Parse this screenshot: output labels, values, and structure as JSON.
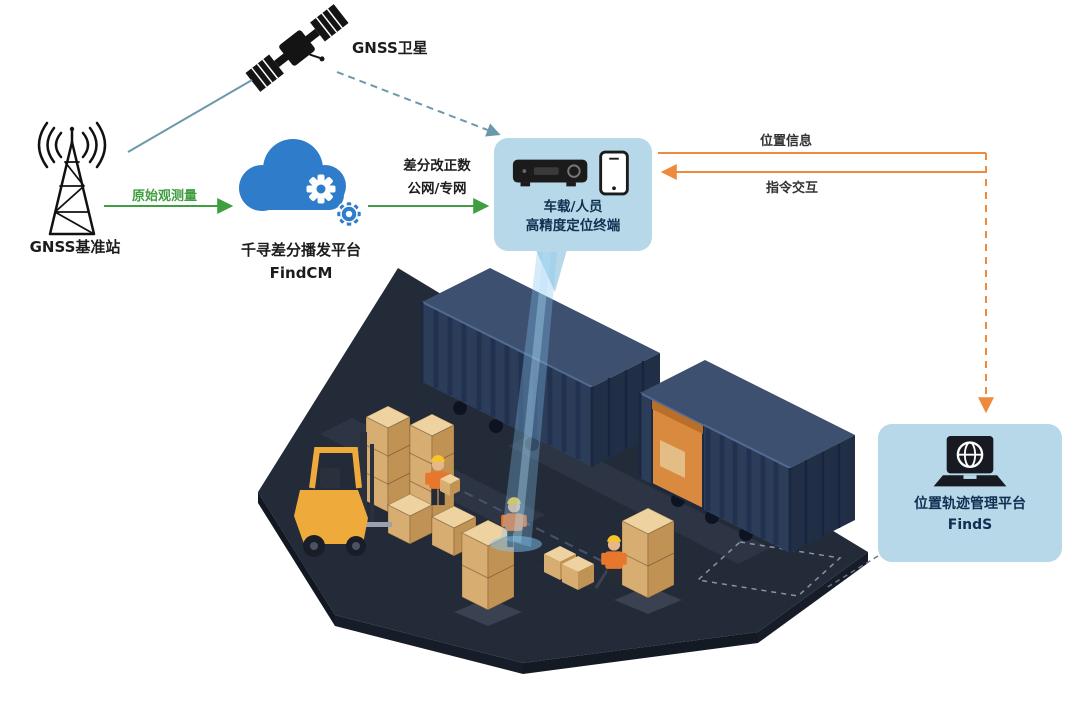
{
  "labels": {
    "satellite": "GNSS卫星",
    "base_station": "GNSS基准站",
    "cloud_title": "千寻差分播发平台",
    "cloud_subtitle": "FindCM",
    "raw_observation": "原始观测量",
    "correction_line1": "差分改正数",
    "correction_line2": "公网/专网",
    "terminal_line1": "车载/人员",
    "terminal_line2": "高精度定位终端",
    "position_info": "位置信息",
    "command_interaction": "指令交互",
    "finds_line1": "位置轨迹管理平台",
    "finds_line2": "FindS"
  },
  "colors": {
    "green_arrow": "#3F9E3F",
    "orange_arrow": "#ED8A3D",
    "satellite_link": "#6C98AB",
    "cloud_blue": "#2F7DCA",
    "callout_bg": "#B7D8E9",
    "callout_text": "#0F3051"
  }
}
